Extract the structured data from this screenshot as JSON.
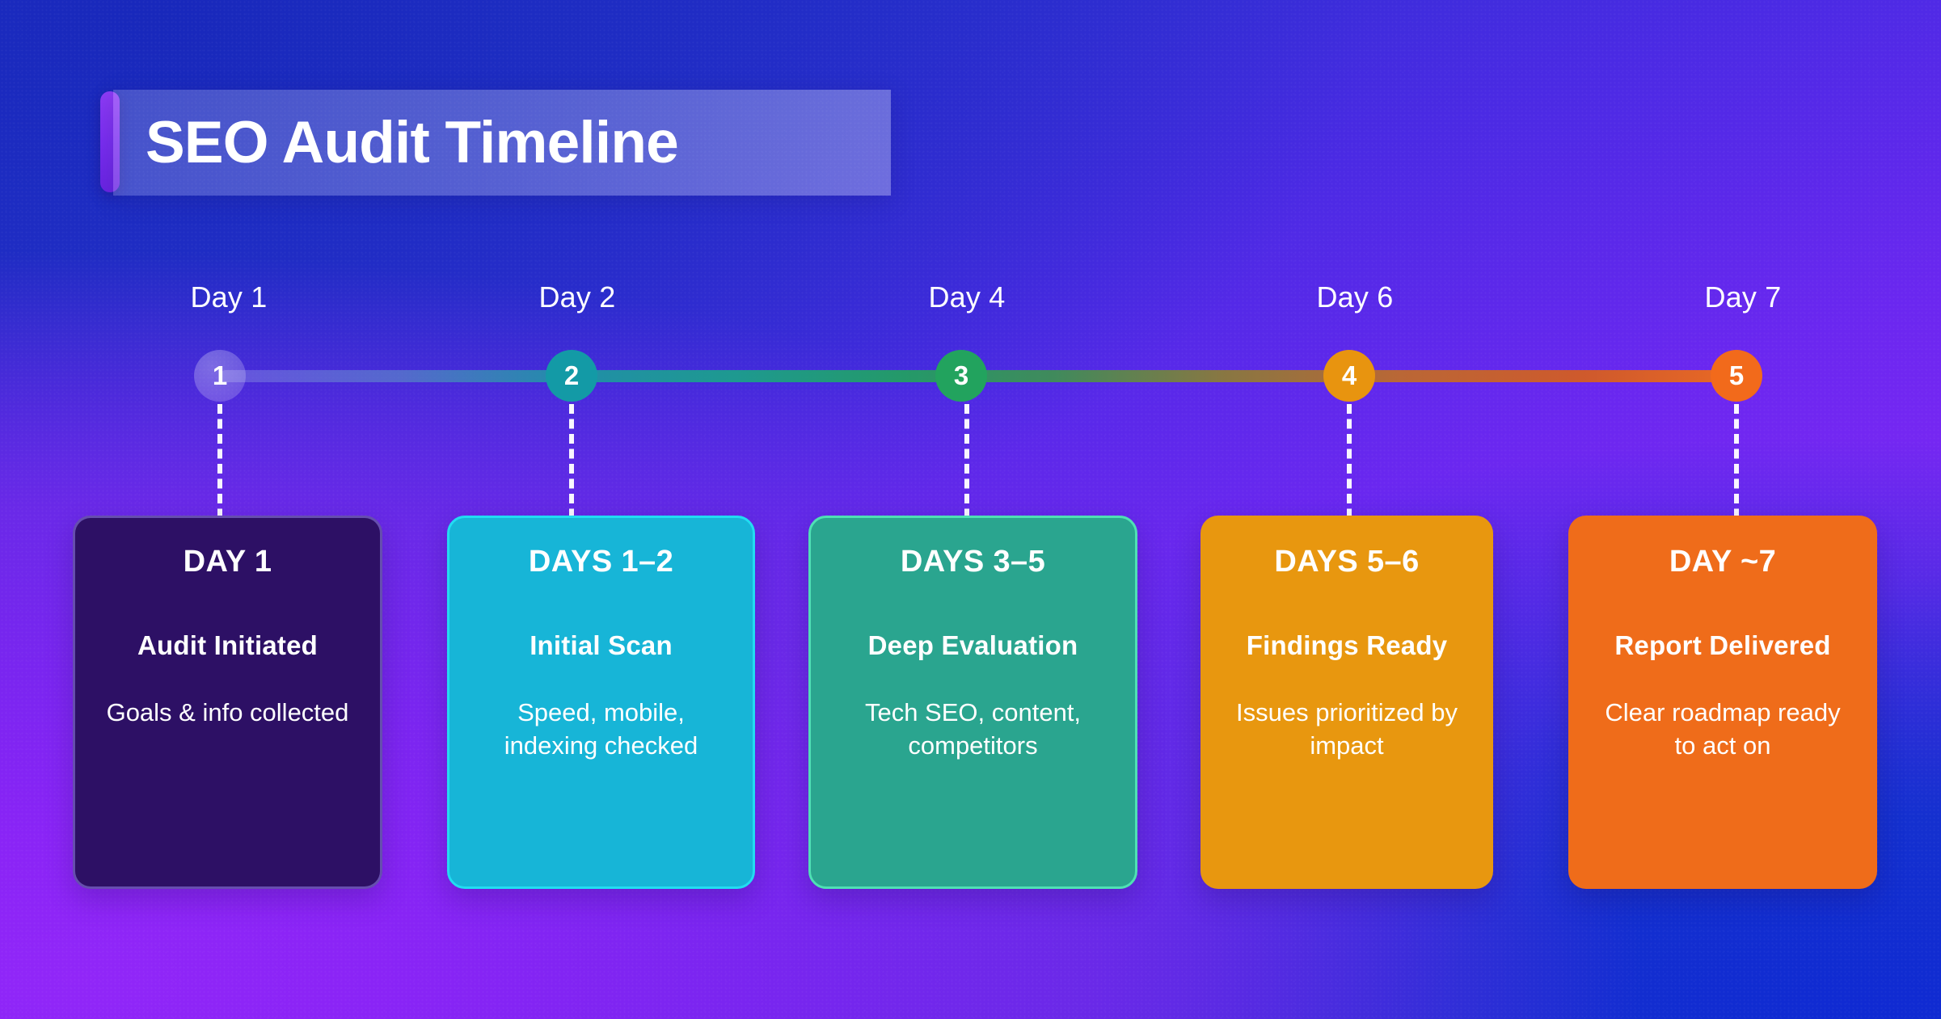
{
  "title": "SEO Audit Timeline",
  "colors": {
    "accent_bar": "#7a2ef0",
    "banner": "rgba(255,255,255,0.25)",
    "track_start": "#8478e6",
    "track_end": "#ef6c1a"
  },
  "timeline": {
    "day_labels": [
      "Day 1",
      "Day 2",
      "Day 4",
      "Day 6",
      "Day 7"
    ],
    "markers": [
      {
        "number": "1",
        "color": "rgba(255,255,255,0.22)"
      },
      {
        "number": "2",
        "color": "#139aa6"
      },
      {
        "number": "3",
        "color": "#22a35e"
      },
      {
        "number": "4",
        "color": "#e8940f"
      },
      {
        "number": "5",
        "color": "#f26a1b"
      }
    ]
  },
  "cards": [
    {
      "day": "DAY 1",
      "heading": "Audit Initiated",
      "description": "Goals & info collected",
      "bg": "#2d1065",
      "border": "rgba(150,130,235,0.55)"
    },
    {
      "day": "DAYS 1–2",
      "heading": "Initial Scan",
      "description": "Speed, mobile, indexing checked",
      "bg": "#17b5d7",
      "border": "#22dcf2"
    },
    {
      "day": "DAYS 3–5",
      "heading": "Deep Evaluation",
      "description": "Tech SEO, content, competitors",
      "bg": "#2aa58f",
      "border": "#4fe0b4"
    },
    {
      "day": "DAYS 5–6",
      "heading": "Findings Ready",
      "description": "Issues prioritized by impact",
      "bg": "#e8970f",
      "border": "rgba(240,170,40,0.0)"
    },
    {
      "day": "DAY ~7",
      "heading": "Report Delivered",
      "description": "Clear roadmap ready to act on",
      "bg": "#ef6c1a",
      "border": "rgba(245,120,40,0.0)"
    }
  ]
}
